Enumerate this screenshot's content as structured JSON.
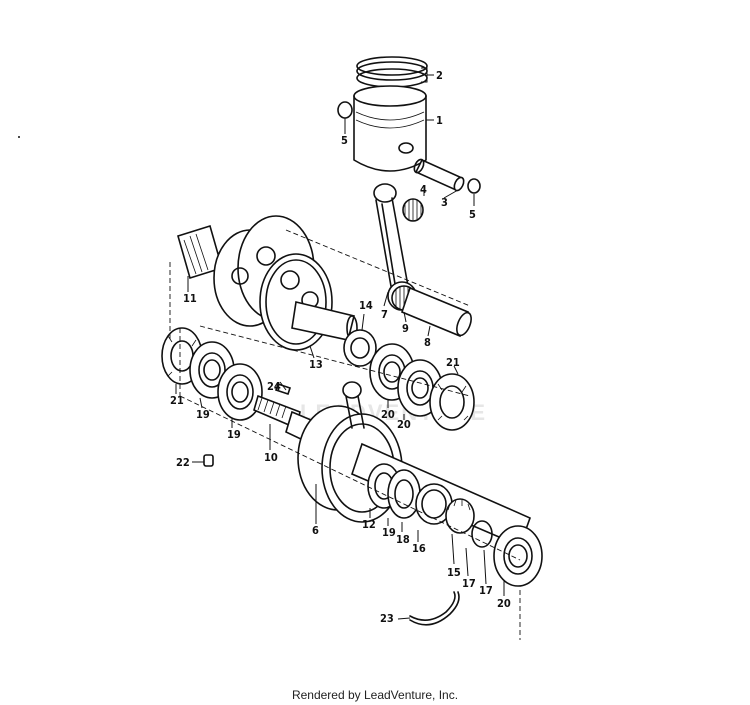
{
  "diagram": {
    "callouts": {
      "c1": "1",
      "c2": "2",
      "c3": "3",
      "c4": "4",
      "c5a": "5",
      "c5b": "5",
      "c6": "6",
      "c7": "7",
      "c8": "8",
      "c9": "9",
      "c10": "10",
      "c11": "11",
      "c12": "12",
      "c13": "13",
      "c14": "14",
      "c15": "15",
      "c16": "16",
      "c17a": "17",
      "c17b": "17",
      "c18": "18",
      "c19a": "19",
      "c19b": "19",
      "c19c": "19",
      "c20a": "20",
      "c20b": "20",
      "c20c": "20",
      "c21a": "21",
      "c21b": "21",
      "c22": "22",
      "c23": "23",
      "c24": "24"
    },
    "watermark": "LEADVENTURE"
  },
  "footer": {
    "credit": "Rendered by LeadVenture, Inc."
  }
}
